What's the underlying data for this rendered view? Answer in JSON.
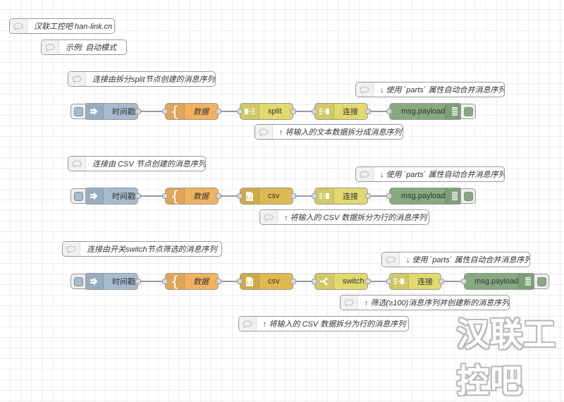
{
  "colors": {
    "inject": "#a6bbcf",
    "template": "#f0b260",
    "split_join_switch": "#e2d96e",
    "csv": "#deb94f",
    "debug": "#87a980"
  },
  "comments": {
    "site": "汉联工控吧 han-link.cn",
    "example": "示例: 自动模式",
    "flow1_title": "连接由拆分split节点创建的消息序列",
    "flow1_note_join": "↓ 使用 `parts` 属性自动合并消息序列",
    "flow1_note_split": "↑ 将输入的文本数据拆分成消息序列",
    "flow2_title": "连接由 CSV 节点创建的消息序列",
    "flow2_note_join": "↓ 使用 `parts` 属性自动合并消息序列",
    "flow2_note_csv": "↑ 将输入的 CSV 数据拆分为行的消息序列",
    "flow3_title": "连接由开关switch节点筛选的消息序列",
    "flow3_note_join": "↓ 使用 `parts` 属性自动合并消息序列",
    "flow3_note_switch": "↑ 筛选(≥100)消息序列并创建新的消息序列",
    "flow3_note_csv": "↑ 将输入的 CSV 数据拆分为行的消息序列"
  },
  "flows": [
    {
      "nodes": {
        "inject": "时间戳",
        "template": "数据",
        "split": "split",
        "join": "连接",
        "debug": "msg.payload"
      }
    },
    {
      "nodes": {
        "inject": "时间戳",
        "template": "数据",
        "csv": "csv",
        "join": "连接",
        "debug": "msg.payload"
      }
    },
    {
      "nodes": {
        "inject": "时间戳",
        "template": "数据",
        "csv": "csv",
        "switch": "switch",
        "join": "连接",
        "debug": "msg.payload"
      }
    }
  ],
  "watermark": "汉联工控吧"
}
